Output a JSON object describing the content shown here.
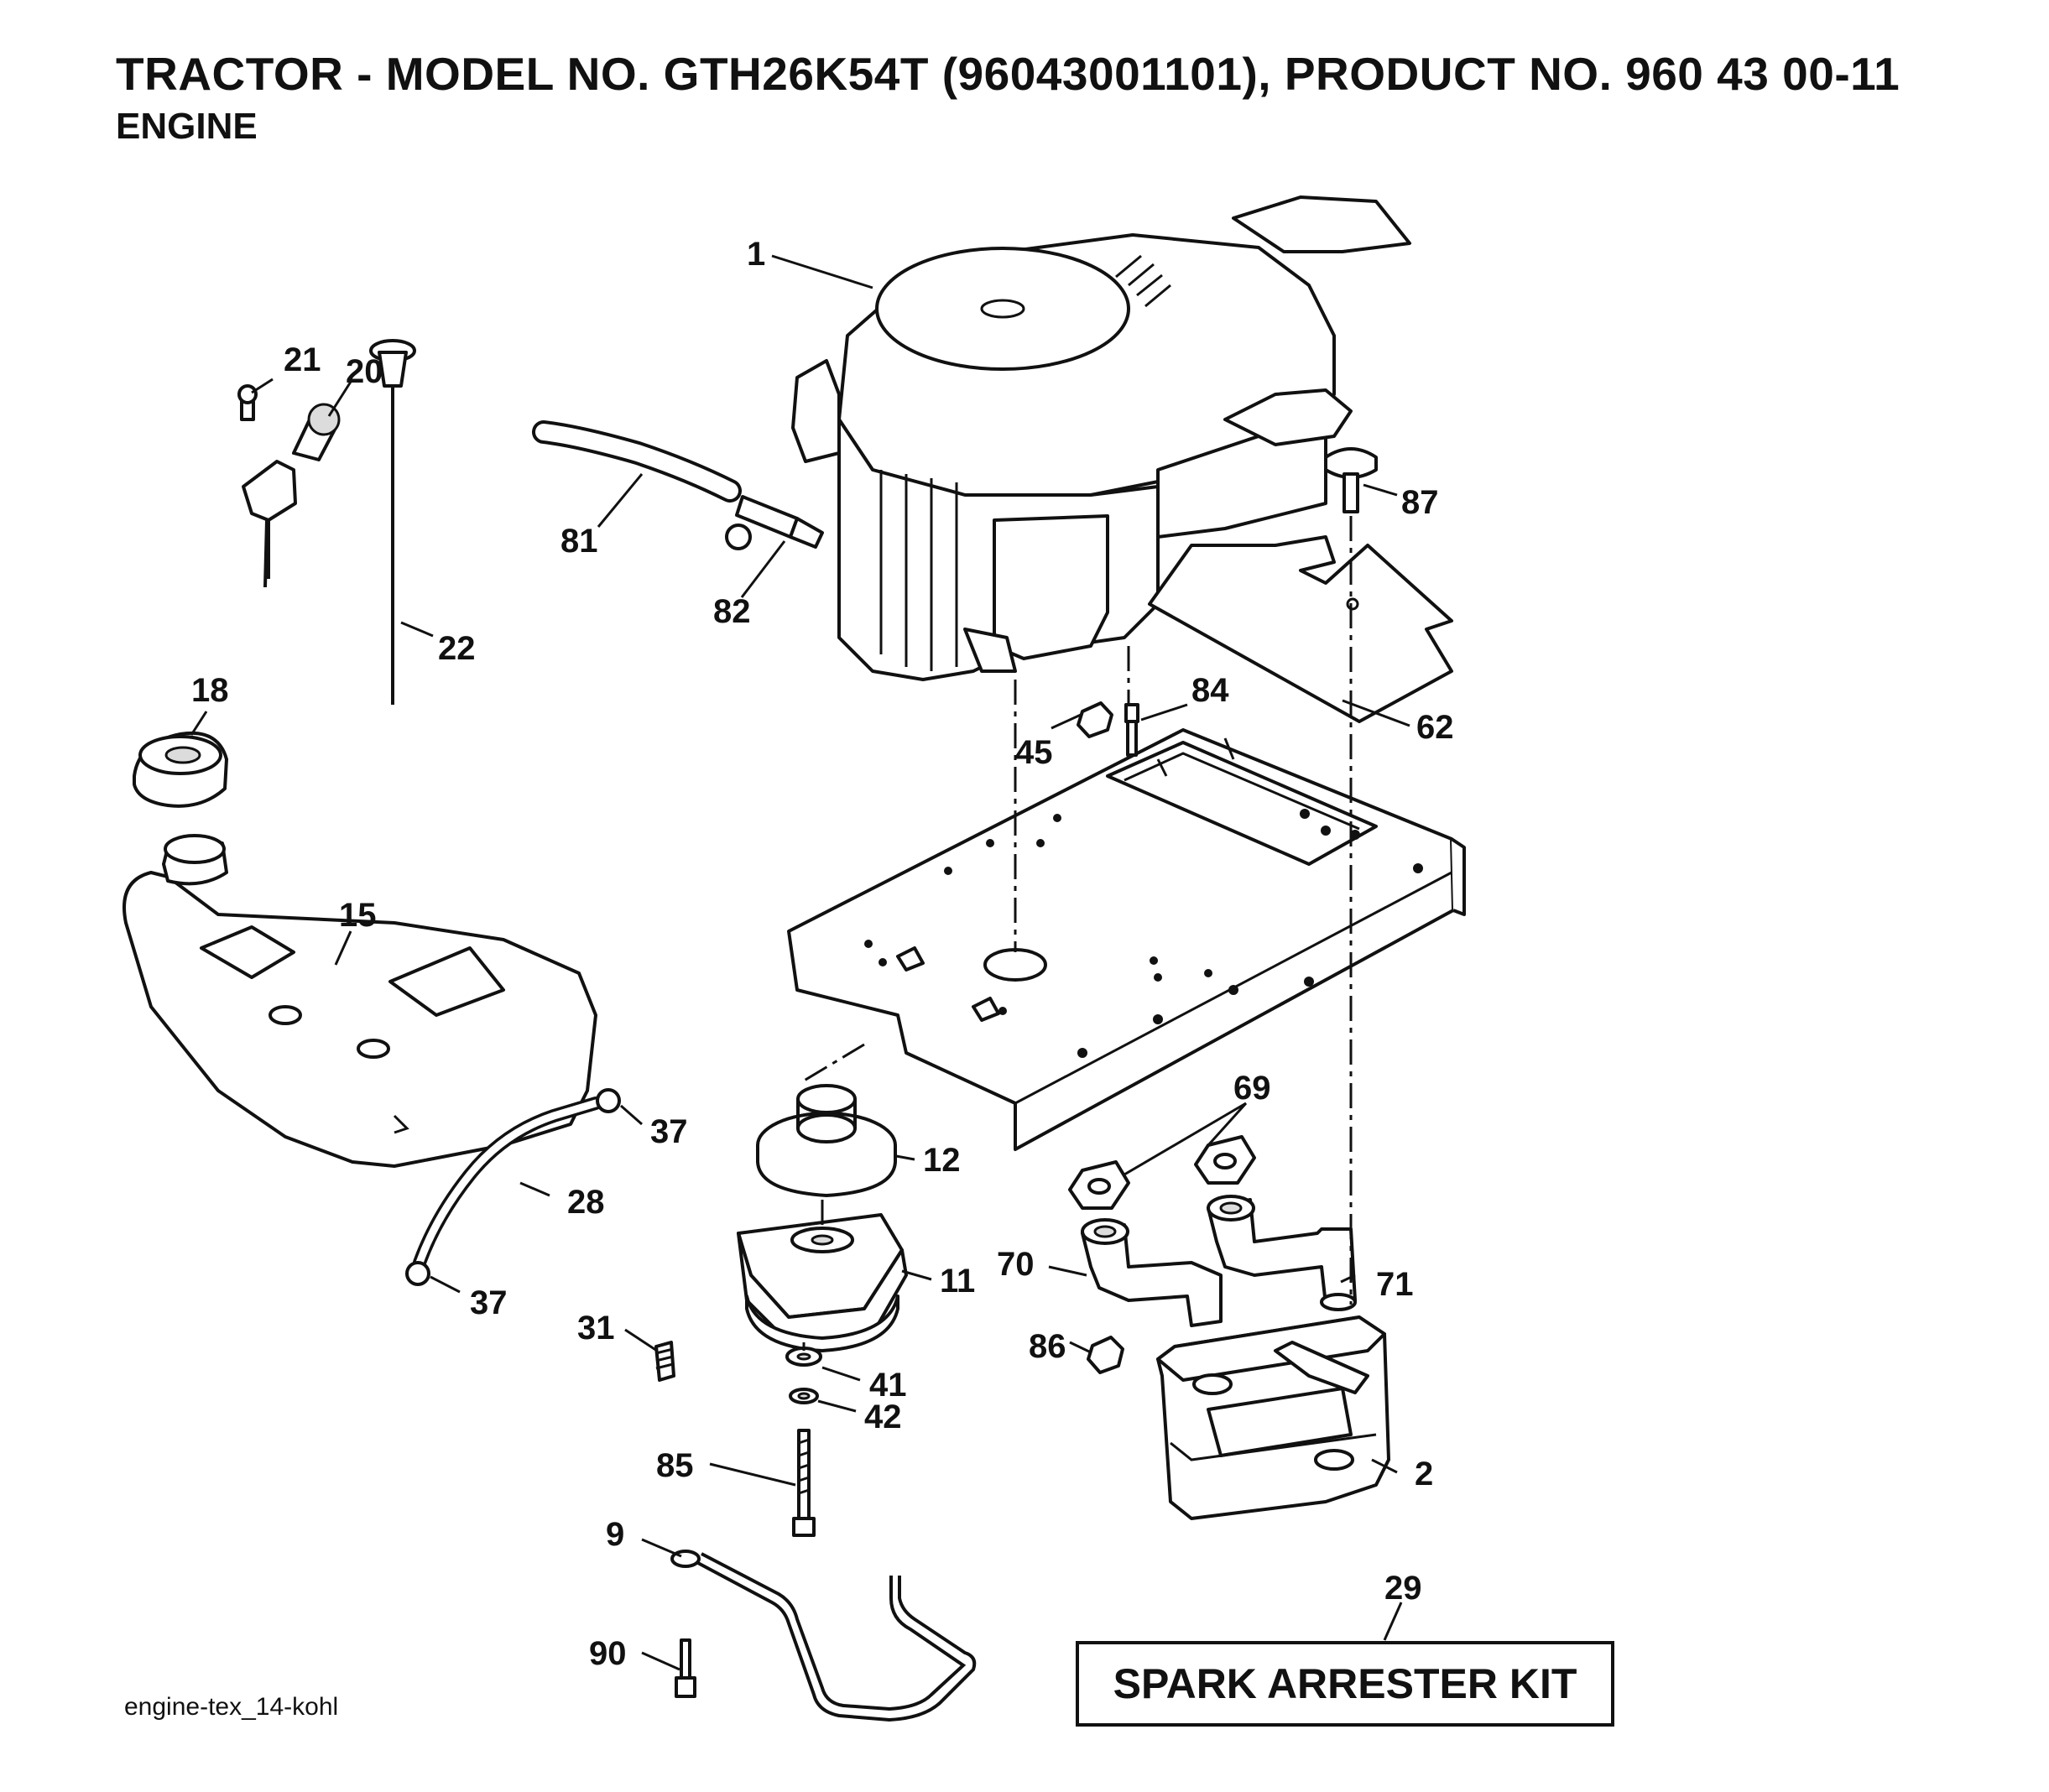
{
  "header": {
    "title": "TRACTOR - MODEL NO. GTH26K54T (96043001101), PRODUCT NO. 960 43 00-11",
    "section": "ENGINE"
  },
  "footer": {
    "drawing_id": "engine-tex_14-kohl"
  },
  "kit_box": {
    "label": "SPARK ARRESTER KIT"
  },
  "callouts": {
    "p1": "1",
    "p2": "2",
    "p9": "9",
    "p11": "11",
    "p12": "12",
    "p15": "15",
    "p18": "18",
    "p20": "20",
    "p21": "21",
    "p22": "22",
    "p28": "28",
    "p29": "29",
    "p31": "31",
    "p37a": "37",
    "p37b": "37",
    "p41": "41",
    "p42": "42",
    "p45": "45",
    "p62": "62",
    "p69": "69",
    "p70": "70",
    "p71": "71",
    "p81": "81",
    "p82": "82",
    "p84": "84",
    "p85": "85",
    "p86": "86",
    "p87": "87",
    "p90": "90"
  }
}
